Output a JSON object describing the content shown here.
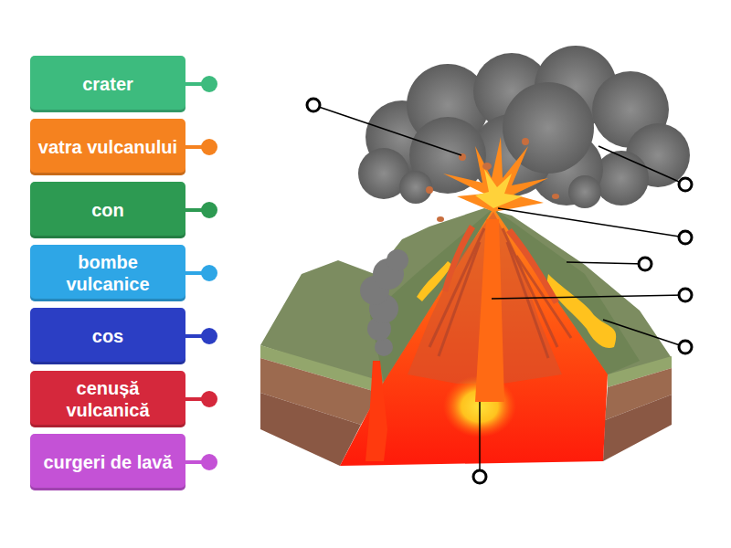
{
  "diagram": {
    "nodes": [
      {
        "text": [
          "crater"
        ]
      },
      {
        "text": [
          "vatra vulcanului"
        ]
      },
      {
        "text": [
          "con"
        ]
      },
      {
        "text": [
          "bombe vulcanice"
        ]
      },
      {
        "text": [
          "cos"
        ]
      },
      {
        "text": [
          "cenușă vulcanică"
        ]
      },
      {
        "text": [
          "curgeri de lavă"
        ]
      }
    ]
  }
}
